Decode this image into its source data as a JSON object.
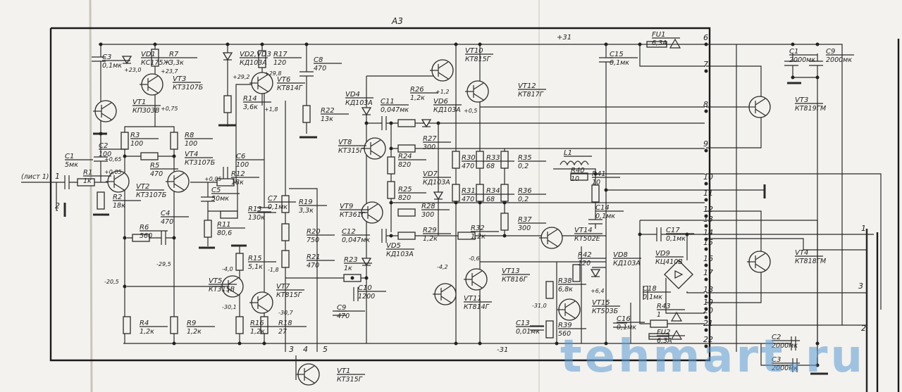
{
  "sheet": {
    "block_label": "A3",
    "input_ref": "(лист 1)",
    "rail_plus": "+31",
    "rail_minus": "-31",
    "watermark": "tehmart.ru"
  },
  "components": [
    {
      "ref": "VT1",
      "value": "КП303В"
    },
    {
      "ref": "C3",
      "value": "0,1мк"
    },
    {
      "ref": "VD1",
      "value": "КС175Ж"
    },
    {
      "ref": "R7",
      "value": "3,3к"
    },
    {
      "ref": "VT3",
      "value": "КТ3107Б"
    },
    {
      "ref": "R3",
      "value": "100"
    },
    {
      "ref": "R8",
      "value": "100"
    },
    {
      "ref": "VT4",
      "value": "КТ3107Б"
    },
    {
      "ref": "R5",
      "value": "470"
    },
    {
      "ref": "C1",
      "value": "5мк"
    },
    {
      "ref": "R1",
      "value": "1к"
    },
    {
      "ref": "C2",
      "value": "100"
    },
    {
      "ref": "VT2",
      "value": "КТ3107Б"
    },
    {
      "ref": "R2",
      "value": "18к"
    },
    {
      "ref": "C4",
      "value": "470"
    },
    {
      "ref": "R6",
      "value": "560"
    },
    {
      "ref": "C6",
      "value": "100"
    },
    {
      "ref": "R12",
      "value": "18к"
    },
    {
      "ref": "C5",
      "value": "50мк"
    },
    {
      "ref": "R13",
      "value": "130к"
    },
    {
      "ref": "R11",
      "value": "80,6"
    },
    {
      "ref": "C7",
      "value": "0,1мк"
    },
    {
      "ref": "R19",
      "value": "3,3к"
    },
    {
      "ref": "R20",
      "value": "750"
    },
    {
      "ref": "R21",
      "value": "470"
    },
    {
      "ref": "R15",
      "value": "5,1к"
    },
    {
      "ref": "VT5",
      "value": "КТ315В"
    },
    {
      "ref": "VT7",
      "value": "КТ815Г"
    },
    {
      "ref": "R4",
      "value": "1,2к"
    },
    {
      "ref": "R9",
      "value": "1,2к"
    },
    {
      "ref": "R16",
      "value": "1,2к"
    },
    {
      "ref": "R18",
      "value": "27"
    },
    {
      "ref": "VT1",
      "value": "КТ315Г"
    },
    {
      "ref": "VD2,VD3",
      "value": "КД103А"
    },
    {
      "ref": "R17",
      "value": "120"
    },
    {
      "ref": "VT6",
      "value": "КТ814Г"
    },
    {
      "ref": "R14",
      "value": "3,6к"
    },
    {
      "ref": "C8",
      "value": "470"
    },
    {
      "ref": "R22",
      "value": "13к"
    },
    {
      "ref": "VD4",
      "value": "КД103А"
    },
    {
      "ref": "C11",
      "value": "0,047мк"
    },
    {
      "ref": "R26",
      "value": "1,2к"
    },
    {
      "ref": "VD6",
      "value": "КД103А"
    },
    {
      "ref": "VT10",
      "value": "КТ815Г"
    },
    {
      "ref": "VT12",
      "value": "КТ817Г"
    },
    {
      "ref": "VT8",
      "value": "КТ315Г"
    },
    {
      "ref": "R27",
      "value": "300"
    },
    {
      "ref": "R24",
      "value": "820"
    },
    {
      "ref": "R30",
      "value": "470"
    },
    {
      "ref": "R33",
      "value": "68"
    },
    {
      "ref": "R35",
      "value": "0,2"
    },
    {
      "ref": "VD7",
      "value": "КД103А"
    },
    {
      "ref": "R25",
      "value": "820"
    },
    {
      "ref": "R31",
      "value": "470"
    },
    {
      "ref": "R34",
      "value": "68"
    },
    {
      "ref": "R36",
      "value": "0,2"
    },
    {
      "ref": "VT9",
      "value": "КТ361Г"
    },
    {
      "ref": "R28",
      "value": "300"
    },
    {
      "ref": "C12",
      "value": "0,047мк"
    },
    {
      "ref": "R29",
      "value": "1,2к"
    },
    {
      "ref": "R32",
      "value": "1,2к"
    },
    {
      "ref": "R37",
      "value": "300"
    },
    {
      "ref": "VT14",
      "value": "КТ502Е"
    },
    {
      "ref": "VD5",
      "value": "КД103А"
    },
    {
      "ref": "R23",
      "value": "1к"
    },
    {
      "ref": "C10",
      "value": "1200"
    },
    {
      "ref": "C9",
      "value": "470"
    },
    {
      "ref": "VT13",
      "value": "КТ816Г"
    },
    {
      "ref": "VT11",
      "value": "КТ814Г"
    },
    {
      "ref": "C13",
      "value": "0,01мк"
    },
    {
      "ref": "R38",
      "value": "6,8к"
    },
    {
      "ref": "R39",
      "value": "560"
    },
    {
      "ref": "VT15",
      "value": "КТ503Б"
    },
    {
      "ref": "R42",
      "value": "120"
    },
    {
      "ref": "VD8",
      "value": "КД103А"
    },
    {
      "ref": "L1",
      "value": ""
    },
    {
      "ref": "R40",
      "value": "10"
    },
    {
      "ref": "R41",
      "value": "10"
    },
    {
      "ref": "C14",
      "value": "0,1мк"
    },
    {
      "ref": "C15",
      "value": "0,1мк"
    },
    {
      "ref": "FU1",
      "value": "6,3А"
    },
    {
      "ref": "C16",
      "value": "0,1мк"
    },
    {
      "ref": "C17",
      "value": "0,1мк"
    },
    {
      "ref": "VD9",
      "value": "КЦ410В"
    },
    {
      "ref": "C18",
      "value": "0,1мк"
    },
    {
      "ref": "R43",
      "value": "1"
    },
    {
      "ref": "FU2",
      "value": "6,3А"
    },
    {
      "ref": "VT3",
      "value": "КТ819ГМ"
    },
    {
      "ref": "VT4",
      "value": "КТ818ГМ"
    },
    {
      "ref": "C1",
      "value": "2000мк"
    },
    {
      "ref": "C9",
      "value": "2000мк"
    },
    {
      "ref": "C2",
      "value": "2000мк"
    },
    {
      "ref": "C3",
      "value": "2000мк"
    }
  ],
  "pins": [
    "6",
    "7",
    "8",
    "9",
    "10",
    "11",
    "12",
    "13",
    "14",
    "15",
    "16",
    "17",
    "18",
    "19",
    "20",
    "21",
    "22"
  ],
  "connectors": [
    "1",
    "2",
    "1",
    "2",
    "3",
    "3",
    "4",
    "5"
  ],
  "voltages": [
    "+23,0",
    "+23,7",
    "+0,75",
    "+0,65",
    "+0,05",
    "+0,05",
    "+29,2",
    "+29,8",
    "+1,8",
    "+1,2",
    "+0,5",
    "-29,5",
    "-20,5",
    "-4,0",
    "-1,8",
    "-30,1",
    "-30,7",
    "-4,2",
    "-0,6",
    "-31,0",
    "+6,4"
  ]
}
